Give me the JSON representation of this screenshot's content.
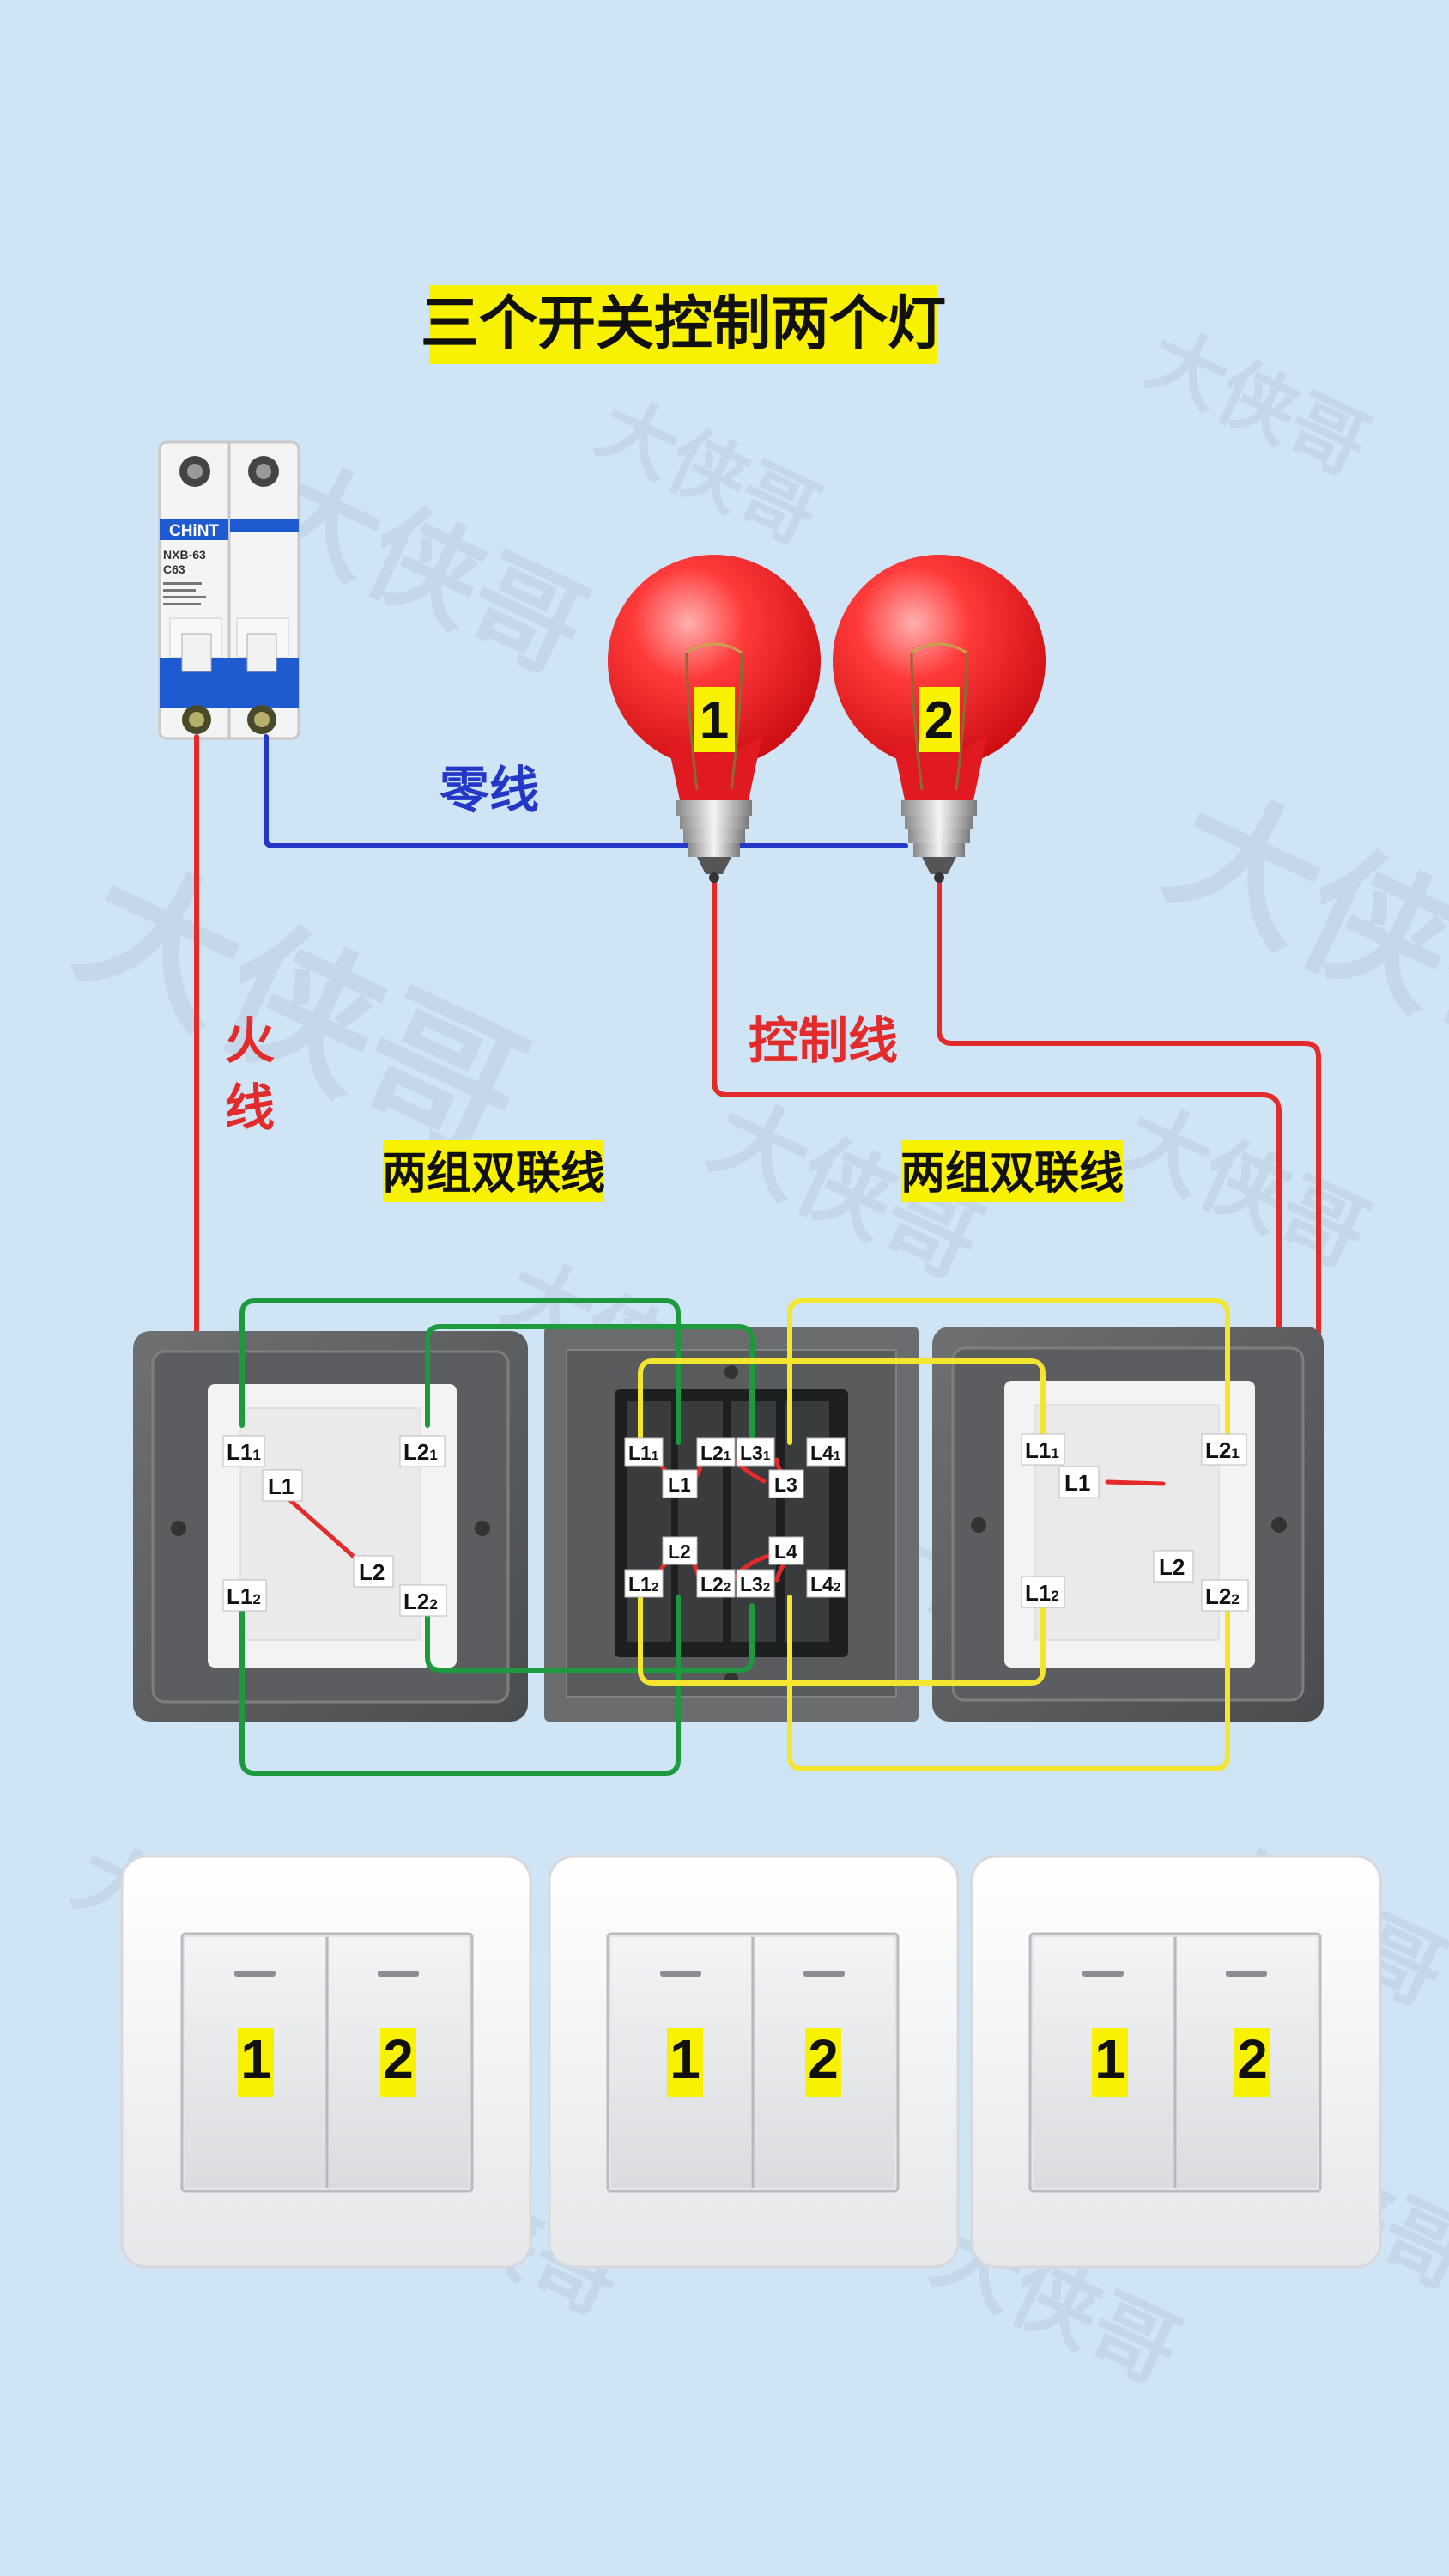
{
  "title": "三个开关控制两个灯",
  "watermark": "大侠哥",
  "breaker": {
    "brand": "CHiNT",
    "model": "NXB-63",
    "rating": "C63"
  },
  "labels": {
    "neutral": "零线",
    "live_1": "火",
    "live_2": "线",
    "control": "控制线",
    "pair_left": "两组双联线",
    "pair_right": "两组双联线"
  },
  "bulbs": [
    "1",
    "2"
  ],
  "left_switch": {
    "t11": [
      "L1",
      "1"
    ],
    "t21": [
      "L2",
      "1"
    ],
    "t1": "L1",
    "t2": "L2",
    "t12": [
      "L1",
      "2"
    ],
    "t22": [
      "L2",
      "2"
    ]
  },
  "middle_switch": {
    "t11": [
      "L1",
      "1"
    ],
    "t21": [
      "L2",
      "1"
    ],
    "t31": [
      "L3",
      "1"
    ],
    "t41": [
      "L4",
      "1"
    ],
    "t1": "L1",
    "t3": "L3",
    "t2": "L2",
    "t4": "L4",
    "t12": [
      "L1",
      "2"
    ],
    "t22": [
      "L2",
      "2"
    ],
    "t32": [
      "L3",
      "2"
    ],
    "t42": [
      "L4",
      "2"
    ]
  },
  "right_switch": {
    "t11": [
      "L1",
      "1"
    ],
    "t21": [
      "L2",
      "1"
    ],
    "t1": "L1",
    "t2": "L2",
    "t12": [
      "L1",
      "2"
    ],
    "t22": [
      "L2",
      "2"
    ]
  },
  "panels": [
    {
      "key_1": "1",
      "key_2": "2"
    },
    {
      "key_1": "1",
      "key_2": "2"
    },
    {
      "key_1": "1",
      "key_2": "2"
    }
  ],
  "colors": {
    "live": "#e32b2b",
    "neutral": "#2438c8",
    "traveler_green": "#1e9a3e",
    "traveler_yellow": "#f4e62e",
    "highlight": "#f8f200",
    "bulb": "#f51f24"
  }
}
